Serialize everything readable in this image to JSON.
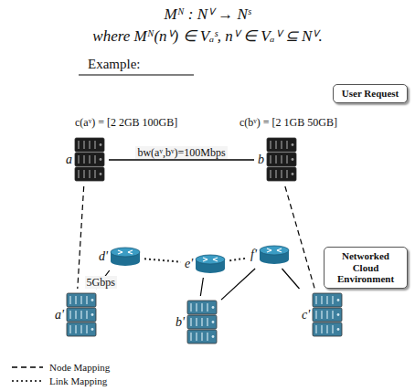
{
  "diagram": {
    "nodes": [
      {
        "text": [
          "User Request"
        ]
      },
      {
        "text": [
          "a"
        ],
        "in": 0
      },
      {
        "text": [
          "b"
        ],
        "in": 0
      },
      {
        "text": [
          "Networked Cloud Environment"
        ]
      },
      {
        "text": [
          "d'"
        ],
        "in": 3
      },
      {
        "text": [
          "e'"
        ],
        "in": 3
      },
      {
        "text": [
          "f'"
        ],
        "in": 3
      },
      {
        "text": [
          "a'"
        ],
        "in": 3
      },
      {
        "text": [
          "b'"
        ],
        "in": 3
      },
      {
        "text": [
          "c'"
        ],
        "in": 3
      }
    ],
    "edges": [
      {
        "from": 1,
        "to": 2,
        "arrow": "none",
        "label": "bw(aᵛ,bᵛ)=100Mbps"
      },
      {
        "from": 1,
        "to": 7,
        "arrow": "none"
      },
      {
        "from": 2,
        "to": 9,
        "arrow": "none"
      },
      {
        "from": 7,
        "to": 4,
        "arrow": "none",
        "label": "5Gbps"
      },
      {
        "from": 4,
        "to": 5,
        "arrow": "none"
      },
      {
        "from": 5,
        "to": 6,
        "arrow": "none"
      },
      {
        "from": 5,
        "to": 8,
        "arrow": "none"
      },
      {
        "from": 6,
        "to": 8,
        "arrow": "none"
      },
      {
        "from": 6,
        "to": 9,
        "arrow": "none"
      }
    ],
    "labels": [
      "Mᴺ : Nⱽ → Nˢ",
      "where Mᴺ(nⱽ) ∈ Vₐˢ, nⱽ ∈ Vₐⱽ ⊆ Nⱽ.",
      "Example:",
      "c(aᵛ) = [2 2GB 100GB]",
      "c(bᵛ) = [2 1GB 50GB]"
    ],
    "legend": [
      {
        "text": "Node Mapping"
      },
      {
        "text": "Link Mapping"
      }
    ]
  }
}
